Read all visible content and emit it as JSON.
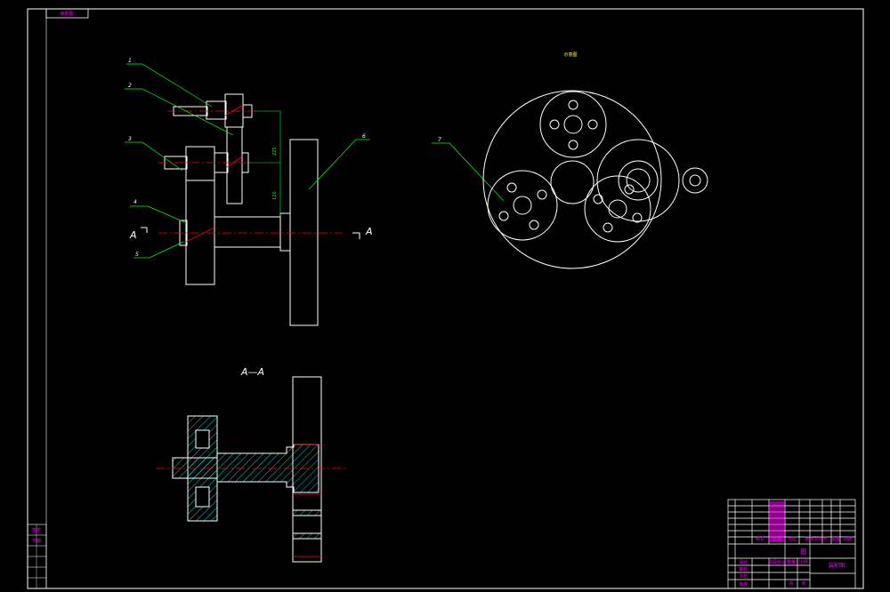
{
  "drawing": {
    "background": "#000000",
    "line_color": "#ffffff",
    "leader_color": "#00ff00",
    "centerline_color": "#ff0000",
    "text_accent_color": "#ff00ff",
    "section_color": "#00ffff",
    "top_left_tag": "装配图",
    "top_view_title": "示意图",
    "section_label_left": "A",
    "section_label_right": "A",
    "section_title": "A—A",
    "part_numbers": [
      "1",
      "2",
      "3",
      "4",
      "5",
      "6",
      "7"
    ],
    "dimensions": [
      "225",
      "120"
    ]
  },
  "left_strip": {
    "cells": [
      "签字",
      "日期",
      "",
      "",
      "",
      ""
    ]
  },
  "title_block": {
    "rows": [
      "",
      "",
      "",
      "",
      "",
      "",
      ""
    ],
    "title": "图",
    "drawing_name": "装配图",
    "material": "",
    "cells": [
      "标记",
      "处数",
      "分区",
      "更改文件号",
      "签名",
      "日期",
      "设计",
      "审核",
      "工艺",
      "批准",
      "阶段标记",
      "重量",
      "比例",
      "共",
      "张",
      "第",
      "张"
    ]
  }
}
